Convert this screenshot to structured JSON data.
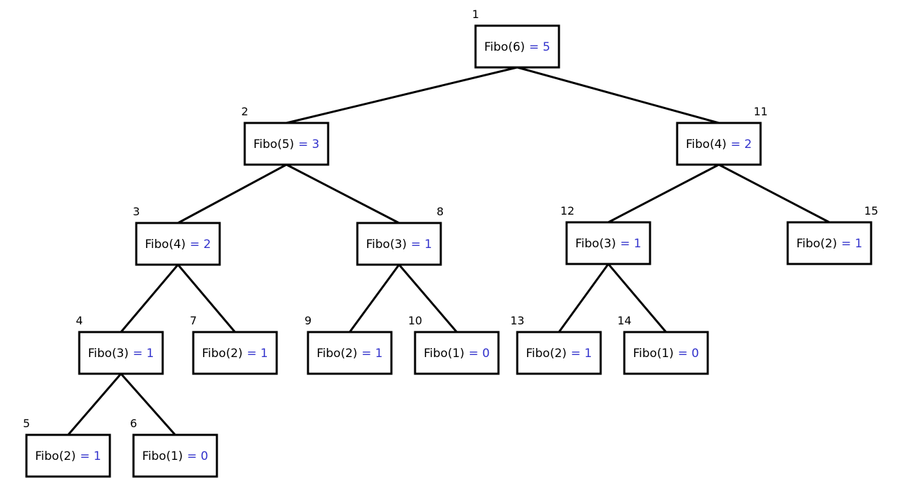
{
  "colors": {
    "call_text": "#000000",
    "result_text": "#3333cc",
    "box_stroke": "#000000",
    "edge": "#000000"
  },
  "nodes": [
    {
      "id": "n1",
      "order": "1",
      "call": "Fibo(6)",
      "result": "= 5",
      "parent": null
    },
    {
      "id": "n2",
      "order": "2",
      "call": "Fibo(5)",
      "result": "= 3",
      "parent": "n1"
    },
    {
      "id": "n11",
      "order": "11",
      "call": "Fibo(4)",
      "result": "= 2",
      "parent": "n1"
    },
    {
      "id": "n3",
      "order": "3",
      "call": "Fibo(4)",
      "result": "= 2",
      "parent": "n2"
    },
    {
      "id": "n8",
      "order": "8",
      "call": "Fibo(3)",
      "result": "= 1",
      "parent": "n2"
    },
    {
      "id": "n12",
      "order": "12",
      "call": "Fibo(3)",
      "result": "= 1",
      "parent": "n11"
    },
    {
      "id": "n15",
      "order": "15",
      "call": "Fibo(2)",
      "result": "= 1",
      "parent": "n11"
    },
    {
      "id": "n4",
      "order": "4",
      "call": "Fibo(3)",
      "result": "= 1",
      "parent": "n3"
    },
    {
      "id": "n7",
      "order": "7",
      "call": "Fibo(2)",
      "result": "= 1",
      "parent": "n3"
    },
    {
      "id": "n9",
      "order": "9",
      "call": "Fibo(2)",
      "result": "= 1",
      "parent": "n8"
    },
    {
      "id": "n10",
      "order": "10",
      "call": "Fibo(1)",
      "result": "= 0",
      "parent": "n8"
    },
    {
      "id": "n13",
      "order": "13",
      "call": "Fibo(2)",
      "result": "= 1",
      "parent": "n12"
    },
    {
      "id": "n14",
      "order": "14",
      "call": "Fibo(1)",
      "result": "= 0",
      "parent": "n12"
    },
    {
      "id": "n5",
      "order": "5",
      "call": "Fibo(2)",
      "result": "= 1",
      "parent": "n4"
    },
    {
      "id": "n6",
      "order": "6",
      "call": "Fibo(1)",
      "result": "= 0",
      "parent": "n4"
    }
  ]
}
